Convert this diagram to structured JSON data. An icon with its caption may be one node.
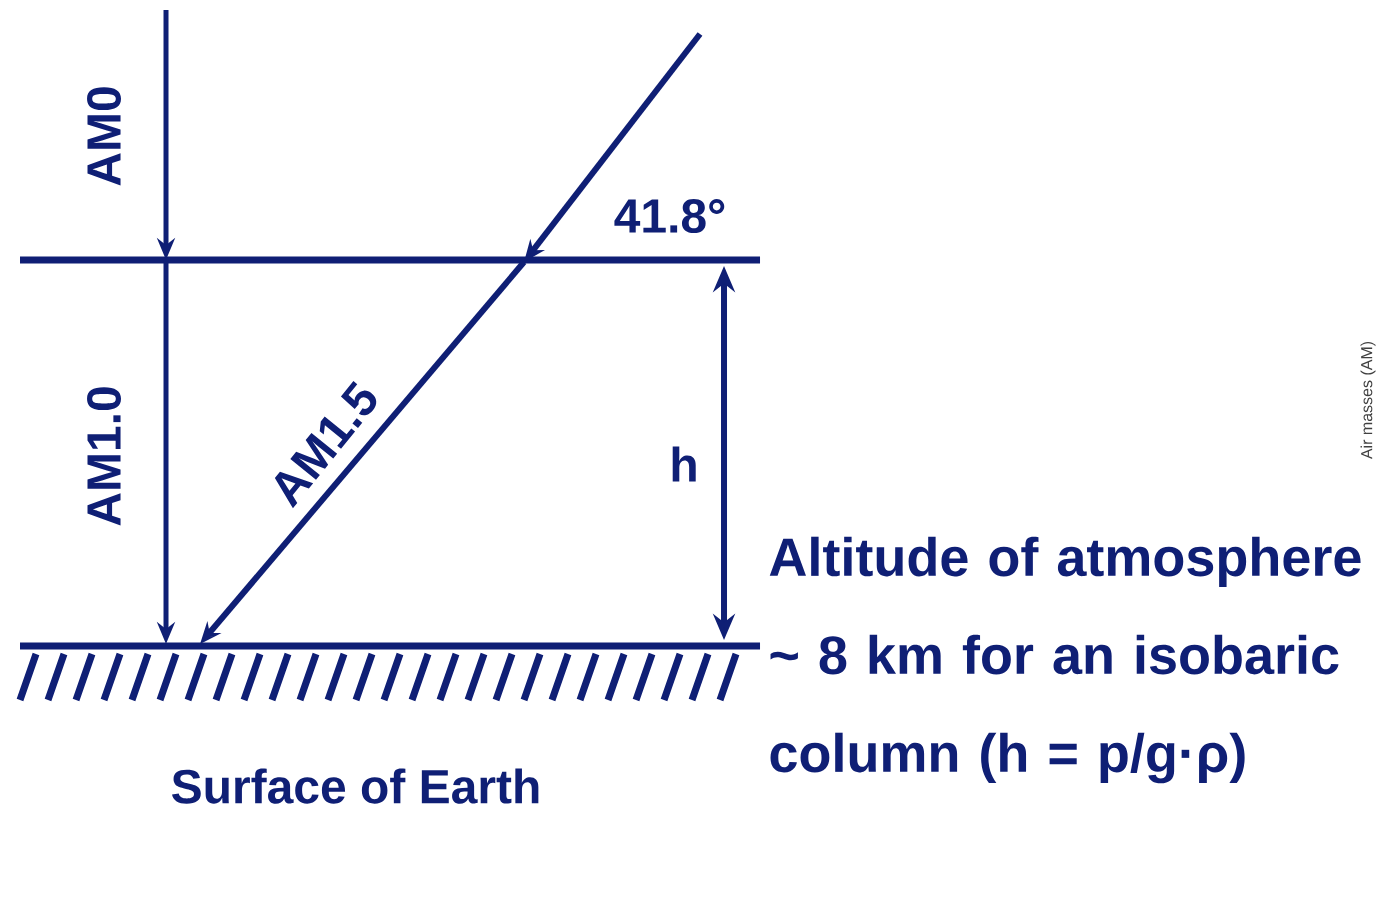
{
  "diagram": {
    "labels": [
      "AM0",
      "41.8°",
      "AM1.0",
      "AM1.5",
      "h",
      "Altitude of atmosphere ~ 8 km for an isobaric column (h = p/g·ρ)",
      "Surface of Earth",
      "Air masses (AM)"
    ]
  }
}
